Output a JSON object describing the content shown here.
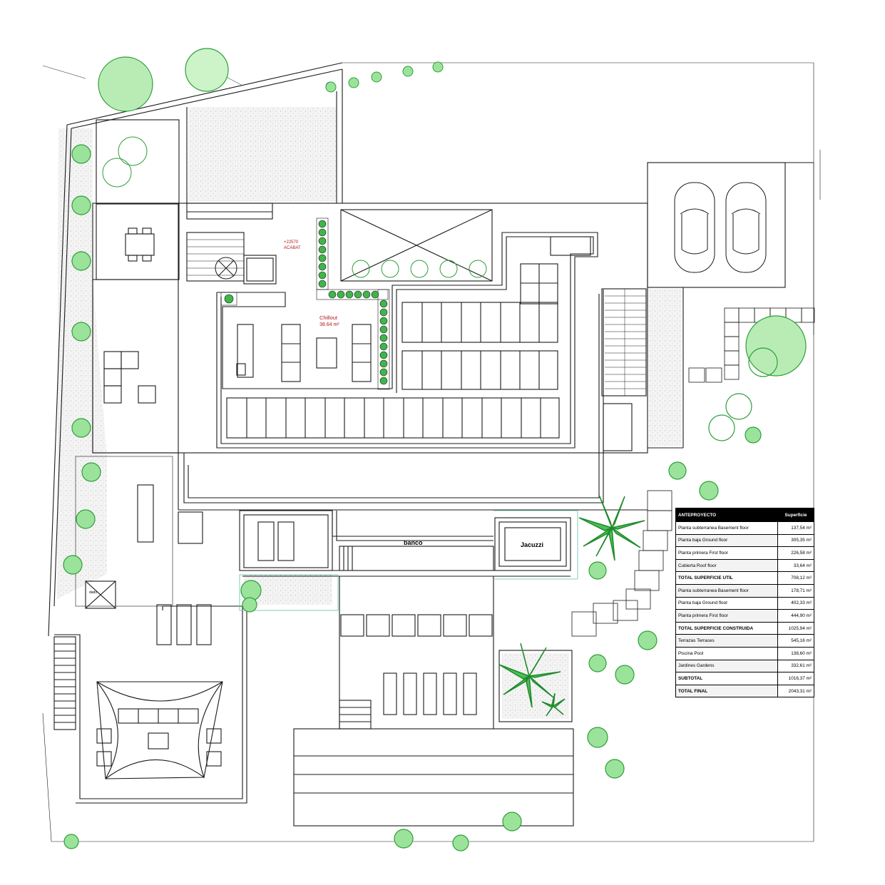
{
  "labels": {
    "chillout_name": "Chillout",
    "chillout_area": "38.64 m²",
    "level_line1": "+22570",
    "level_line2": "ACABAT",
    "banco": "banco",
    "jacuzzi": "Jacuzzi",
    "small_tag": "dado"
  },
  "area_table": {
    "header_left": "ANTEPROYECTO",
    "header_right": "Superficie",
    "rows": [
      {
        "label": "Planta subterranea  Basement floor",
        "value": "137,54 m²",
        "bold": false
      },
      {
        "label": "Planta baja  Ground floor",
        "value": "305,35 m²",
        "bold": false
      },
      {
        "label": "Planta primera  First floor",
        "value": "226,58 m²",
        "bold": false
      },
      {
        "label": "Cubierta  Roof floor",
        "value": "33,64 m²",
        "bold": false
      },
      {
        "label": "TOTAL SUPERFICIE UTIL",
        "value": "708,12 m²",
        "bold": true
      },
      {
        "label": "Planta subterranea  Basement floor",
        "value": "178,71 m²",
        "bold": false
      },
      {
        "label": "Planta baja  Ground floor",
        "value": "402,33 m²",
        "bold": false
      },
      {
        "label": "Planta primera  First floor",
        "value": "444,90 m²",
        "bold": false
      },
      {
        "label": "TOTAL SUPERFICIE CONSTRUIDA",
        "value": "1025,94 m²",
        "bold": true
      },
      {
        "label": "Terrazas  Terraces",
        "value": "545,16 m²",
        "bold": false
      },
      {
        "label": "Piscina  Pool",
        "value": "138,60 m²",
        "bold": false
      },
      {
        "label": "Jardines  Gardens",
        "value": "332,61 m²",
        "bold": false
      },
      {
        "label": "SUBTOTAL",
        "value": "1016,37 m²",
        "bold": true
      },
      {
        "label": "TOTAL FINAL",
        "value": "2043,31 m²",
        "bold": true
      }
    ]
  },
  "colors": {
    "line": "#1a1a1a",
    "tree_fill": "#9be39b",
    "tree_stroke": "#2e9e3a",
    "hedge": "#3fb54a",
    "gravel": "#f2f2f2",
    "pool_edge": "#5fbfae",
    "level_text": "#b01818"
  }
}
